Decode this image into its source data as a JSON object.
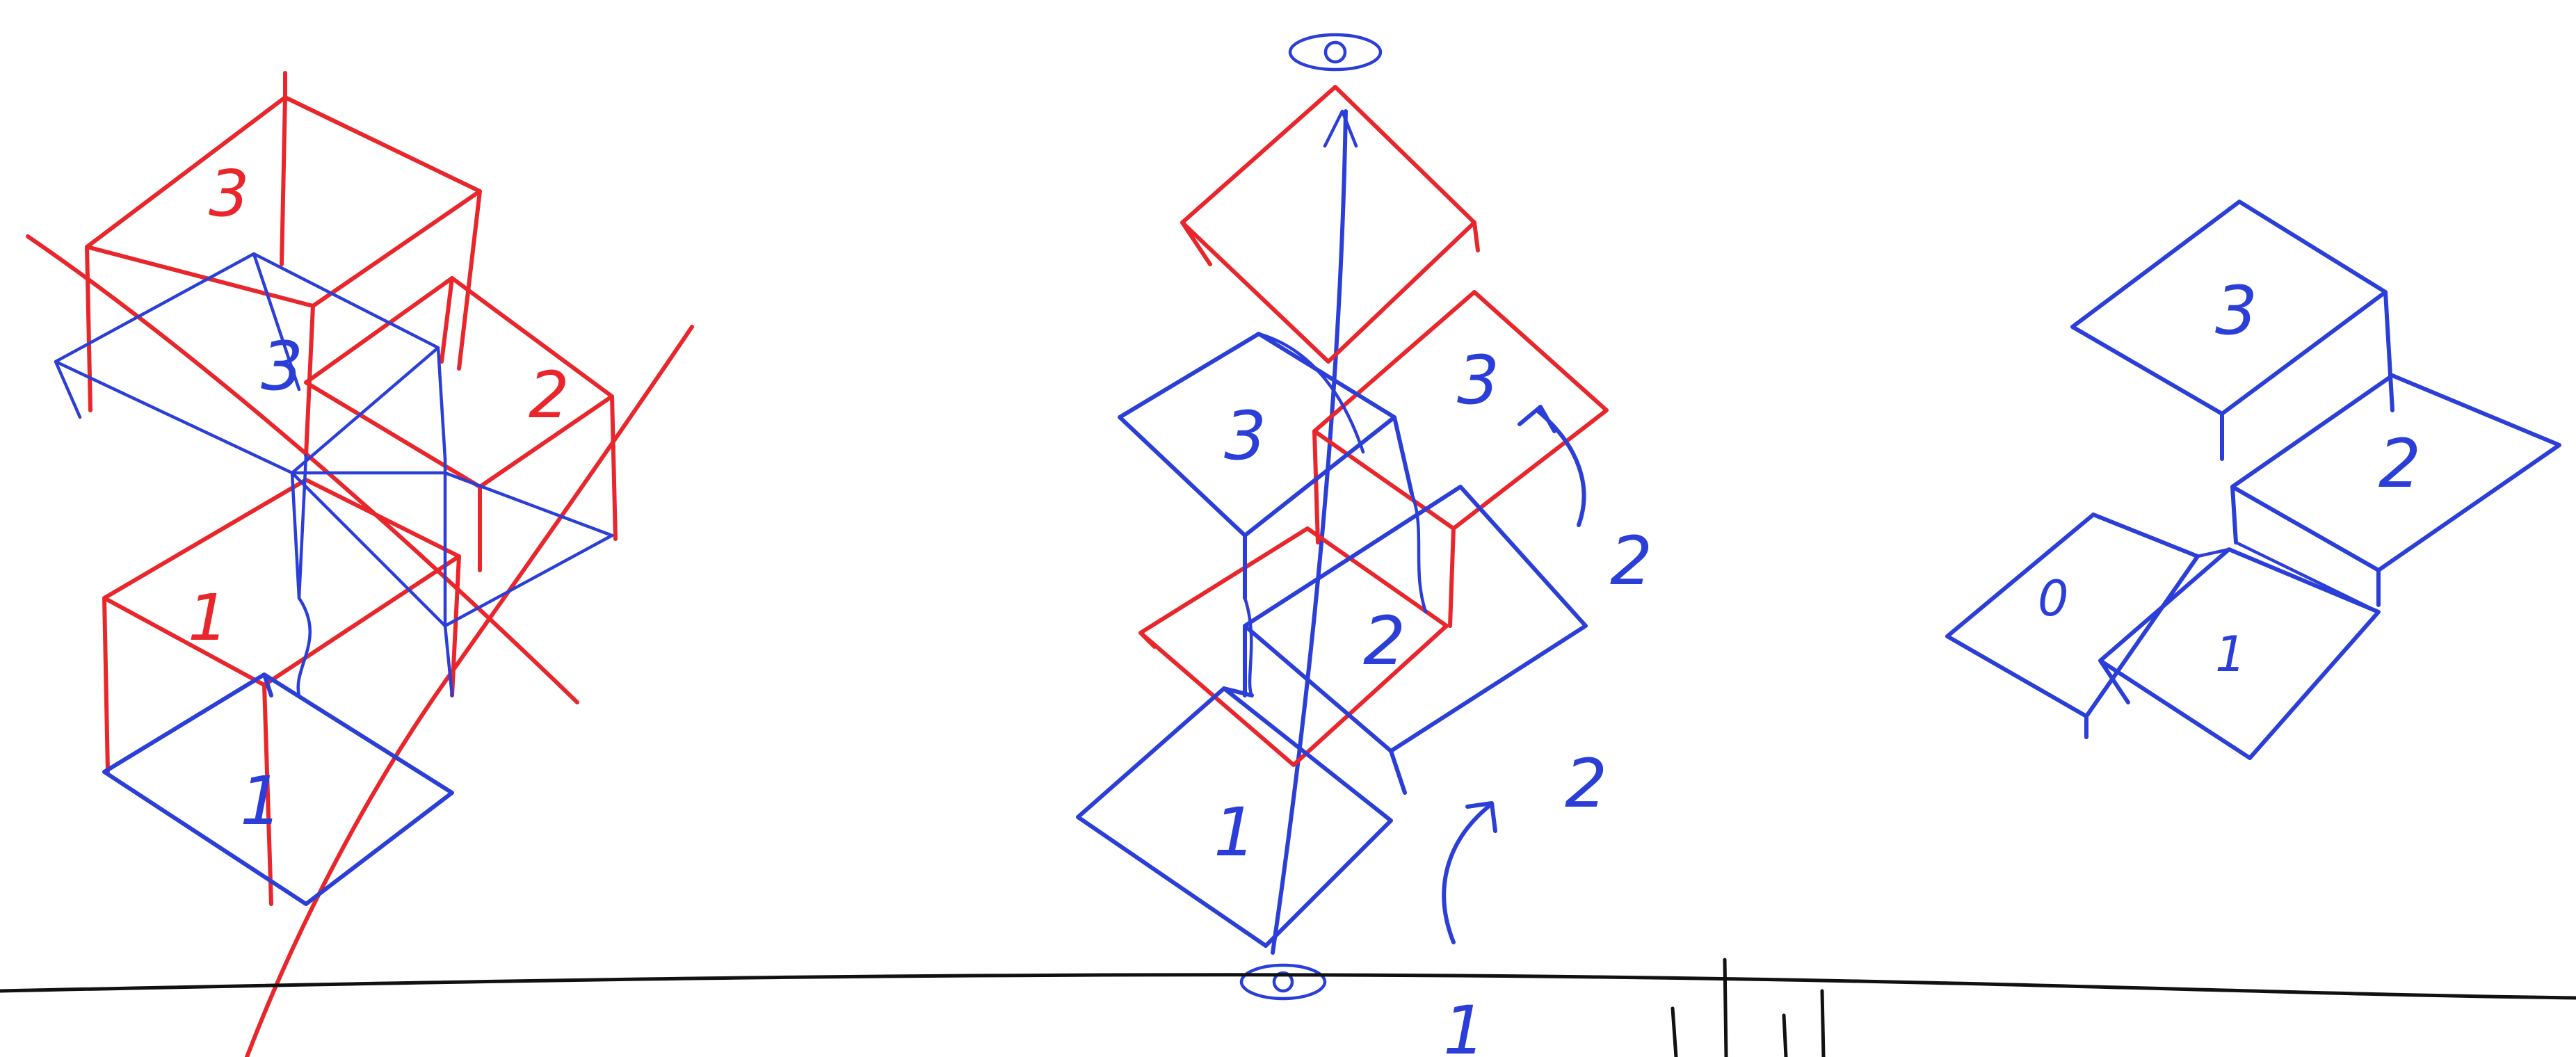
{
  "colors": {
    "red": "#e8262b",
    "blue": "#2b3fd8",
    "ink": "#111111",
    "paper": "#ffffff"
  },
  "icons": {
    "eye_top": "eye-icon",
    "eye_bottom": "eye-icon"
  },
  "left_sketch": {
    "red_labels": [
      "3",
      "2",
      "1"
    ],
    "blue_labels": [
      "3",
      "1"
    ]
  },
  "middle_sketch": {
    "blue_labels": [
      "3",
      "2",
      "1"
    ],
    "red_labels": [
      "3"
    ],
    "annotations": [
      "2",
      "2",
      "1"
    ]
  },
  "right_sketch": {
    "labels": [
      "3",
      "2",
      "0",
      "1"
    ]
  }
}
